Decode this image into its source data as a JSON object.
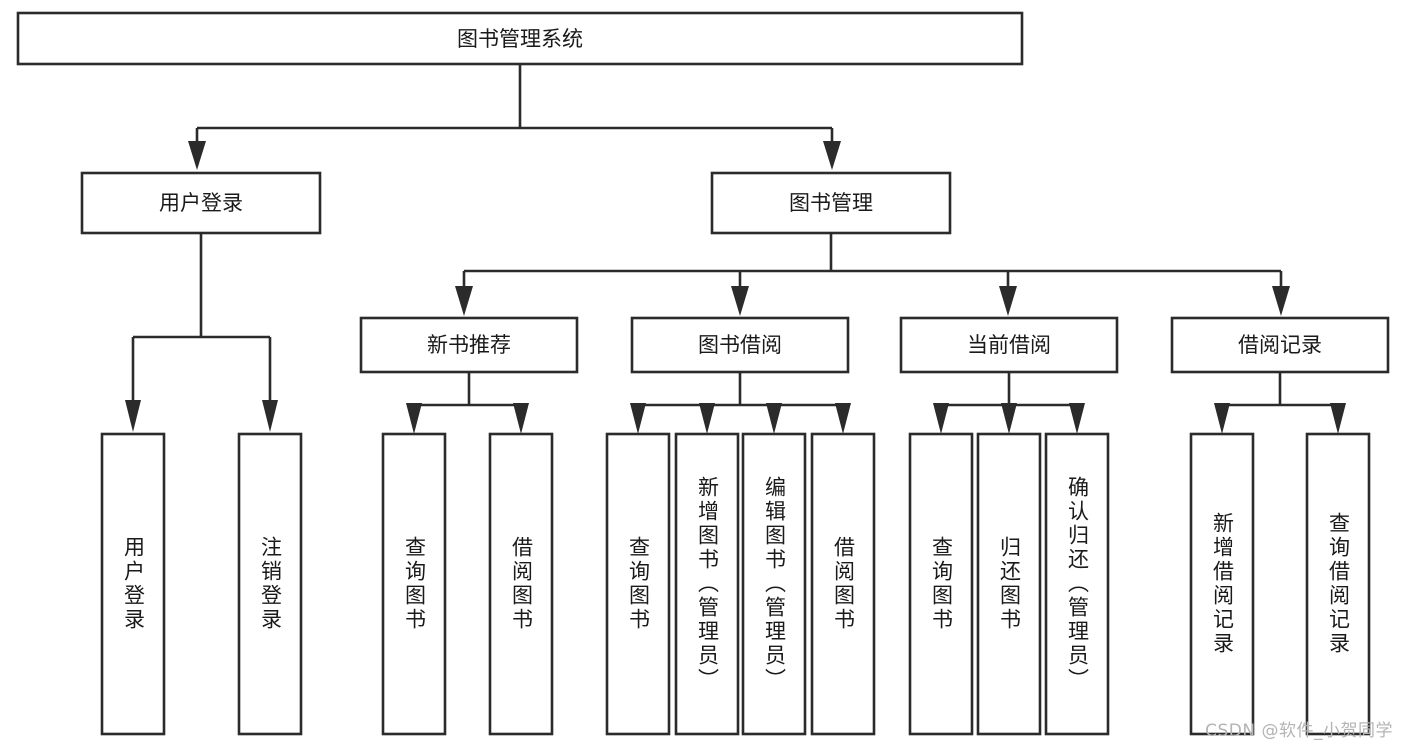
{
  "diagram": {
    "title": "图书管理系统",
    "watermark": "CSDN @软件_小贺同学",
    "colors": {
      "background": "#ffffff",
      "stroke": "#2b2b2b",
      "text": "#1a1a1a",
      "watermark": "#b4b4b4"
    },
    "root": {
      "label": "图书管理系统"
    },
    "level2": [
      {
        "label": "用户登录"
      },
      {
        "label": "图书管理"
      }
    ],
    "level3": [
      {
        "label": "新书推荐"
      },
      {
        "label": "图书借阅"
      },
      {
        "label": "当前借阅"
      },
      {
        "label": "借阅记录"
      }
    ],
    "leaves": {
      "user_login": [
        {
          "label": "用户登录"
        },
        {
          "label": "注销登录"
        }
      ],
      "new_book_recommend": [
        {
          "label": "查询图书"
        },
        {
          "label": "借阅图书"
        }
      ],
      "book_borrow": [
        {
          "label": "查询图书"
        },
        {
          "label": "新增图书（管理员）"
        },
        {
          "label": "编辑图书（管理员）"
        },
        {
          "label": "借阅图书"
        }
      ],
      "current_borrow": [
        {
          "label": "查询图书"
        },
        {
          "label": "归还图书"
        },
        {
          "label": "确认归还（管理员）"
        }
      ],
      "borrow_record": [
        {
          "label": "新增借阅记录"
        },
        {
          "label": "查询借阅记录"
        }
      ]
    }
  }
}
